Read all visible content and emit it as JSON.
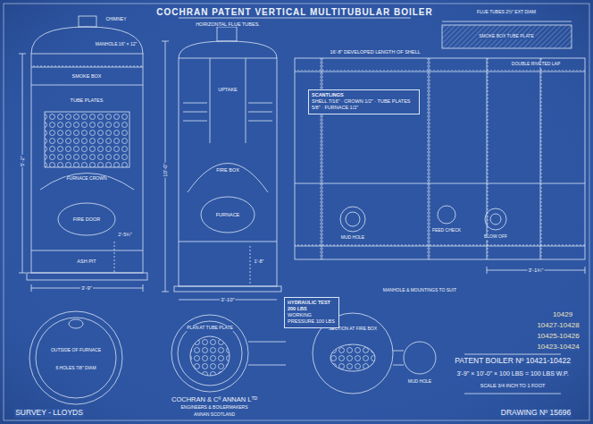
{
  "diagram": {
    "title": "COCHRAN PATENT VERTICAL MULTITUBULAR BOILER",
    "nodes": [
      {
        "text": [
          "SCANTLINGS",
          "SHELL 7/16\" · CROWN 1/2\" · TUBE PLATES 5/8\" · FURNACE 1/2\""
        ]
      },
      {
        "text": [
          "HYDRAULIC TEST 200 LBS",
          "WORKING PRESSURE 100 LBS"
        ]
      }
    ],
    "labels": [
      "HORIZONTAL FLUE TUBES.",
      "CHIMNEY",
      "MANHOLE 16\" × 12\"",
      "3'-9\"",
      "SMOKE BOX",
      "TUBE PLATES",
      "FIRE DOOR",
      "5'-2\"",
      "FURNACE CROWN",
      "2'-5¾\"",
      "ASH PIT",
      "10'-0\"",
      "UPTAKE",
      "FIRE BOX",
      "FURNACE",
      "1'-8\"",
      "3'-10\"",
      "16'-8\" DEVELOPED LENGTH OF SHELL",
      "DOUBLE RIVETED LAP",
      "MUD HOLE",
      "FEED CHECK",
      "BLOW OFF",
      "3'-1¾\"",
      "SMOKE BOX TUBE PLATE",
      "FLUE TUBES 2½\" EXT DIAM",
      "MANHOLE & MOUNTINGS TO SUIT",
      "6 HOLES 7/8\" DIAM",
      "OUTSIDE OF FURNACE",
      "PLAN AT TUBE PLATE",
      "SECTION AT FIRE BOX",
      "MUD HOLE",
      "SURVEY - LLOYDS",
      "COCHRAN & Cº ANNAN Lᵀᴰ",
      "ENGINEERS & BOILERMAKERS",
      "ANNAN SCOTLAND",
      "10429",
      "10427-10428",
      "10425-10426",
      "10423-10424",
      "PATENT BOILER Nº 10421-10422",
      "3'-9\" × 10'-0\" × 100 LBS = 100 LBS W.P.",
      "SCALE 3/4 INCH TO 1 FOOT",
      "DRAWING Nº 15696"
    ]
  }
}
